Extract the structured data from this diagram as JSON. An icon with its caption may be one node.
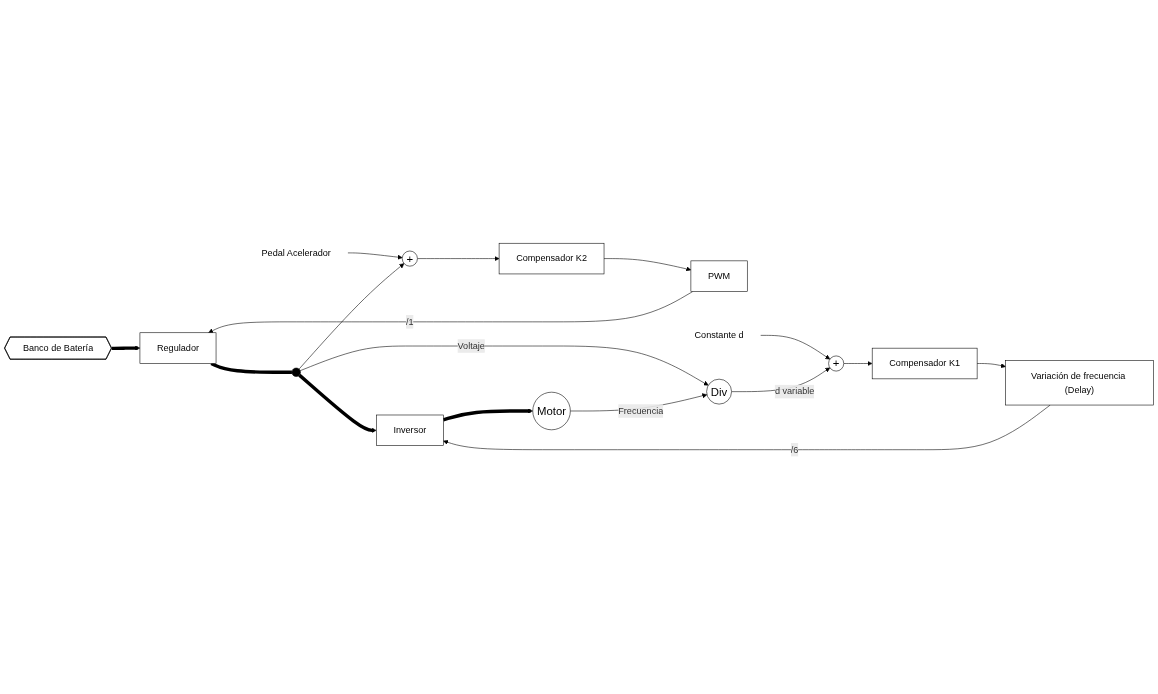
{
  "diagram": {
    "nodes": [
      {
        "text": [
          "Banco de Batería"
        ]
      },
      {
        "text": [
          "Pedal Acelerador"
        ]
      },
      {
        "text": [
          "+"
        ]
      },
      {
        "text": [
          "Compensador K2"
        ]
      },
      {
        "text": [
          "PWM"
        ]
      },
      {
        "text": [
          "Regulador"
        ]
      },
      {
        "text": [],
        "shape": "circle"
      },
      {
        "text": [
          "Constante d"
        ]
      },
      {
        "text": [
          "+"
        ]
      },
      {
        "text": [
          "Compensador K1"
        ]
      },
      {
        "text": [
          "Variación de frecuencia (Delay)"
        ]
      },
      {
        "text": [
          "Inversor"
        ]
      },
      {
        "text": [
          "Motor"
        ]
      },
      {
        "text": [
          "Div"
        ]
      }
    ],
    "edges": [
      {
        "from": 0,
        "to": 5,
        "arrow": "to",
        "style": "thick"
      },
      {
        "from": 1,
        "to": 2,
        "arrow": "to"
      },
      {
        "from": 2,
        "to": 3,
        "arrow": "to"
      },
      {
        "from": 3,
        "to": 4,
        "arrow": "to"
      },
      {
        "from": 4,
        "to": 5,
        "arrow": "to",
        "label": "/1"
      },
      {
        "from": 5,
        "to": 6,
        "arrow": "none",
        "style": "thick"
      },
      {
        "from": 6,
        "to": 11,
        "arrow": "to",
        "style": "thick"
      },
      {
        "from": 6,
        "to": 2,
        "arrow": "to"
      },
      {
        "from": 6,
        "to": 13,
        "arrow": "to",
        "label": "Voltaje"
      },
      {
        "from": 7,
        "to": 8,
        "arrow": "to"
      },
      {
        "from": 8,
        "to": 9,
        "arrow": "to"
      },
      {
        "from": 9,
        "to": 10,
        "arrow": "to"
      },
      {
        "from": 10,
        "to": 11,
        "arrow": "to",
        "label": "/6"
      },
      {
        "from": 11,
        "to": 12,
        "arrow": "to",
        "style": "thick"
      },
      {
        "from": 12,
        "to": 13,
        "arrow": "to",
        "label": "Frecuencia"
      },
      {
        "from": 13,
        "to": 8,
        "arrow": "to",
        "label": "d variable"
      }
    ]
  }
}
